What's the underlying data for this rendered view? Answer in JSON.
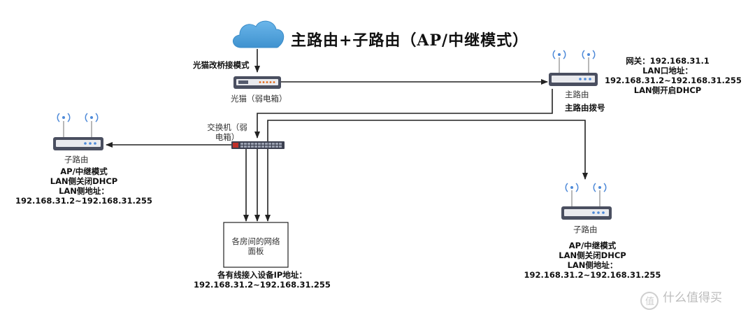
{
  "title": "主路由+子路由（AP/中继模式）",
  "modem": {
    "mode_label": "光猫改桥接模式",
    "name": "光猫（弱电箱）"
  },
  "main_router": {
    "info": [
      "网关：192.168.31.1",
      "LAN口地址：",
      "192.168.31.2~192.168.31.255",
      "LAN侧开启DHCP"
    ],
    "name": "主路由",
    "role": "主路由拨号"
  },
  "switch": {
    "name_lines": [
      "交换机（弱",
      "电箱）"
    ]
  },
  "sub_router_left": {
    "name": "子路由",
    "info": [
      "AP/中继模式",
      "LAN侧关闭DHCP",
      "LAN侧地址：",
      "192.168.31.2~192.168.31.255"
    ]
  },
  "sub_router_right": {
    "name": "子路由",
    "info": [
      "AP/中继模式",
      "LAN侧关闭DHCP",
      "LAN侧地址：",
      "192.168.31.2~192.168.31.255"
    ]
  },
  "panel": {
    "name_lines": [
      "各房间的网络",
      "面板"
    ],
    "caption": [
      "各有线接入设备IP地址：",
      "192.168.31.2~192.168.31.255"
    ]
  },
  "watermark": "什么值得买",
  "colors": {
    "cloud": "#4a9fd8",
    "line": "#222222",
    "device_dark": "#4a4f60",
    "device_light": "#e9eaee",
    "led": "#4d89d8",
    "modem_led": "#e06a1c",
    "switch_red": "#c0312b"
  }
}
